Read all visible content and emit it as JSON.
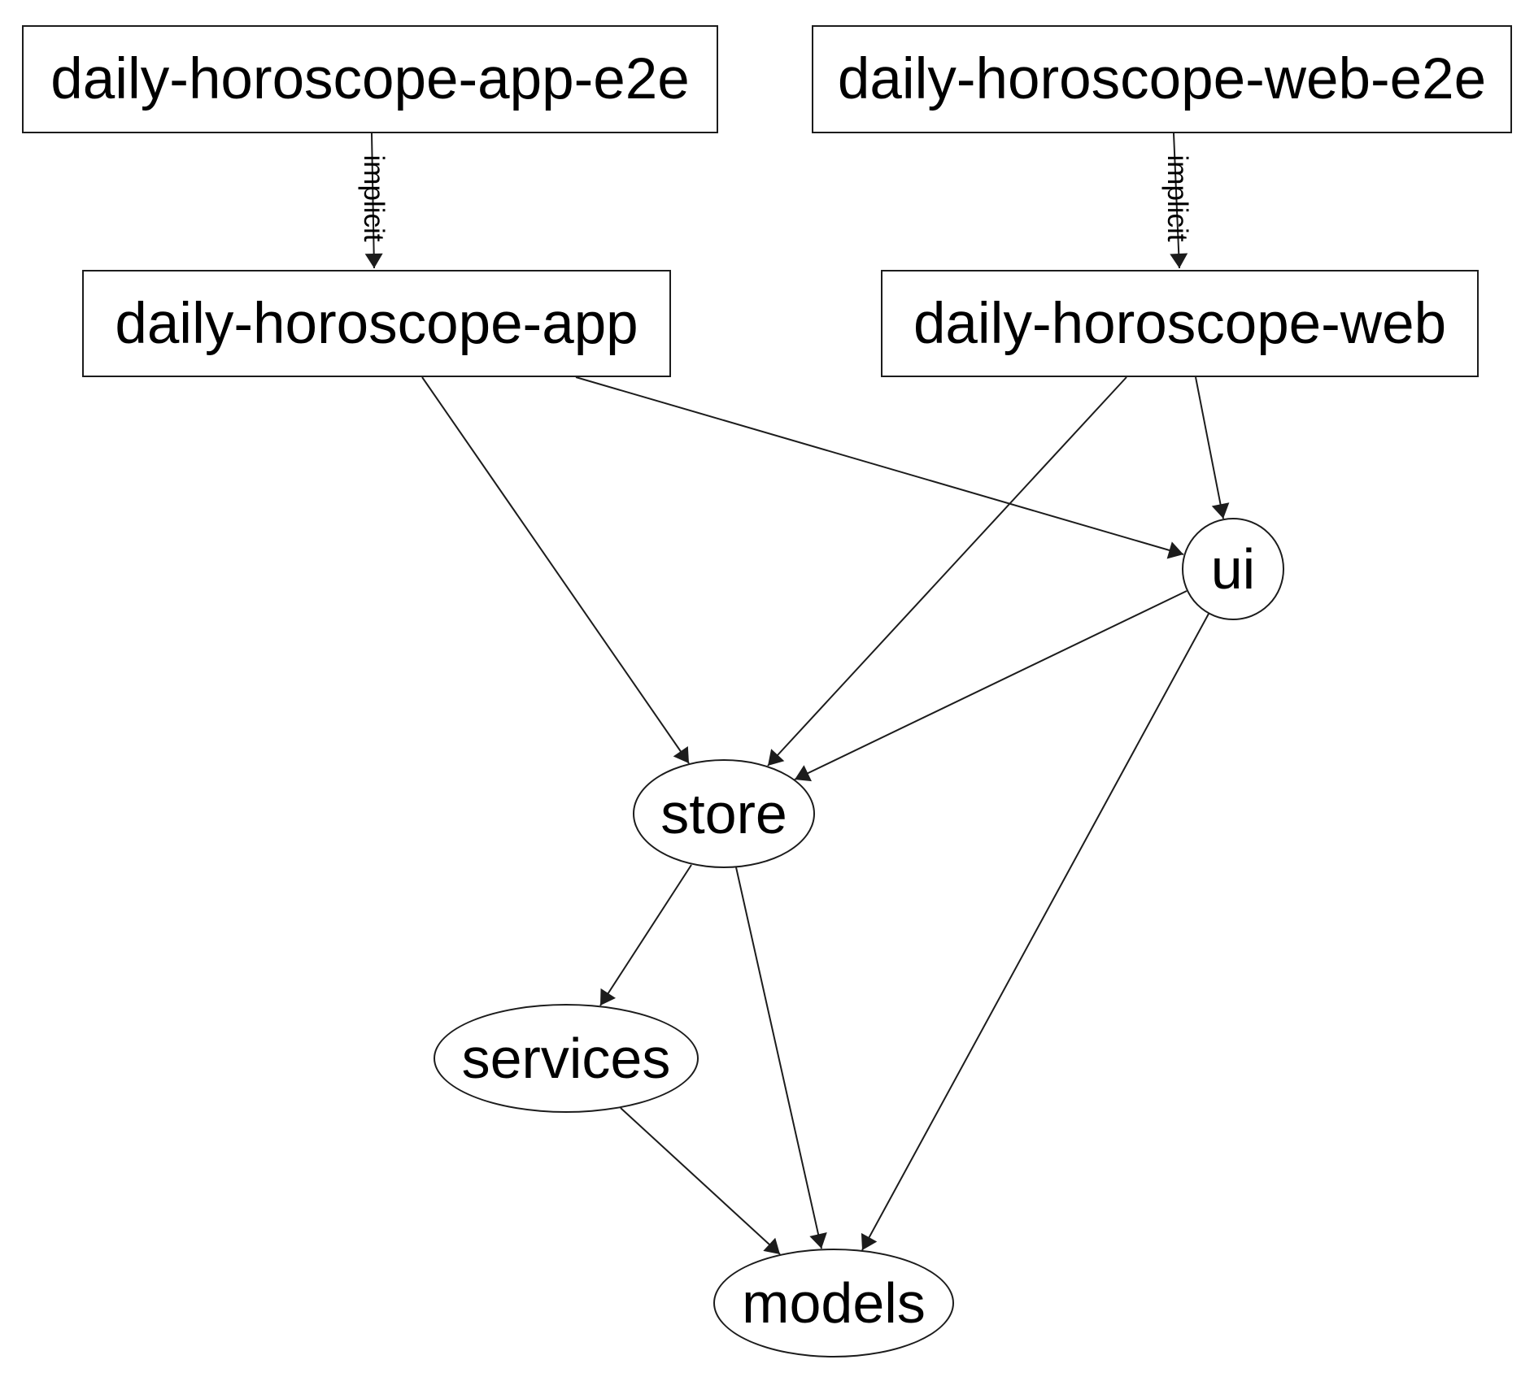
{
  "diagram": {
    "background": "#ffffff",
    "line_color": "#1c1c1c",
    "text_color": "#000000"
  },
  "nodes": [
    {
      "id": "daily-horoscope-app-e2e",
      "label": "daily-horoscope-app-e2e",
      "shape": "rect"
    },
    {
      "id": "daily-horoscope-web-e2e",
      "label": "daily-horoscope-web-e2e",
      "shape": "rect"
    },
    {
      "id": "daily-horoscope-app",
      "label": "daily-horoscope-app",
      "shape": "rect"
    },
    {
      "id": "daily-horoscope-web",
      "label": "daily-horoscope-web",
      "shape": "rect"
    },
    {
      "id": "ui",
      "label": "ui",
      "shape": "ellipse"
    },
    {
      "id": "store",
      "label": "store",
      "shape": "ellipse"
    },
    {
      "id": "services",
      "label": "services",
      "shape": "ellipse"
    },
    {
      "id": "models",
      "label": "models",
      "shape": "ellipse"
    }
  ],
  "edges": [
    {
      "from": "daily-horoscope-app-e2e",
      "to": "daily-horoscope-app",
      "label": "implicit"
    },
    {
      "from": "daily-horoscope-web-e2e",
      "to": "daily-horoscope-web",
      "label": "implicit"
    },
    {
      "from": "daily-horoscope-app",
      "to": "ui"
    },
    {
      "from": "daily-horoscope-app",
      "to": "store"
    },
    {
      "from": "daily-horoscope-web",
      "to": "store"
    },
    {
      "from": "daily-horoscope-web",
      "to": "ui"
    },
    {
      "from": "ui",
      "to": "store"
    },
    {
      "from": "ui",
      "to": "models"
    },
    {
      "from": "store",
      "to": "services"
    },
    {
      "from": "store",
      "to": "models"
    },
    {
      "from": "services",
      "to": "models"
    }
  ]
}
